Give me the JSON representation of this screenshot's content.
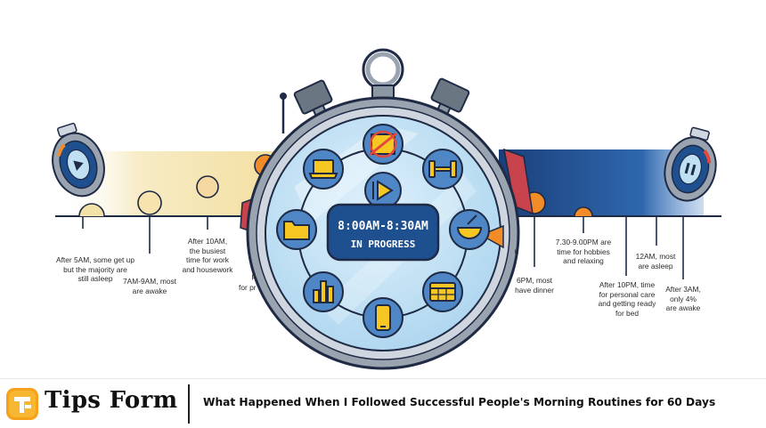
{
  "clock": {
    "line1": "8:00AM-8:30AM",
    "line2": "IN PROGRESS"
  },
  "left_labels": [
    "After 5AM, some get up\nbut the majority are\nstill asleep",
    "7AM-9AM, most\nare awake",
    "After 10AM,\nthe busiest\ntime for work\nand housework"
  ],
  "right_labels": [
    "6PM, most\nhave dinner",
    "7.30-9.00PM are\ntime for hobbies\nand relaxing",
    "After 10PM, time\nfor personal care\nand getting ready\nfor bed",
    "12AM, most\nare asleep",
    "After 3AM,\nonly 4%\nare awake"
  ],
  "partial_left_text": {
    "frag1": "p",
    "frag2": "for pr"
  },
  "partial_right_text": {
    "frag1": "n"
  },
  "icons": [
    "no-sleep-icon",
    "dumbbell-icon",
    "breakfast-bowl-icon",
    "calendar-icon",
    "smartphone-icon",
    "bar-chart-icon",
    "folder-icon",
    "laptop-icon",
    "play-icon"
  ],
  "colors": {
    "left_band": "#f6e7b4",
    "right_band": "#1e4f8f",
    "dial_face": "#bfe0f2",
    "accent_orange": "#f28c28",
    "icon_yellow": "#f6c623",
    "outline": "#1f2a44"
  },
  "footer": {
    "brand": "Tips Form",
    "title": "What Happened When I Followed Successful People's Morning Routines for 60 Days"
  }
}
